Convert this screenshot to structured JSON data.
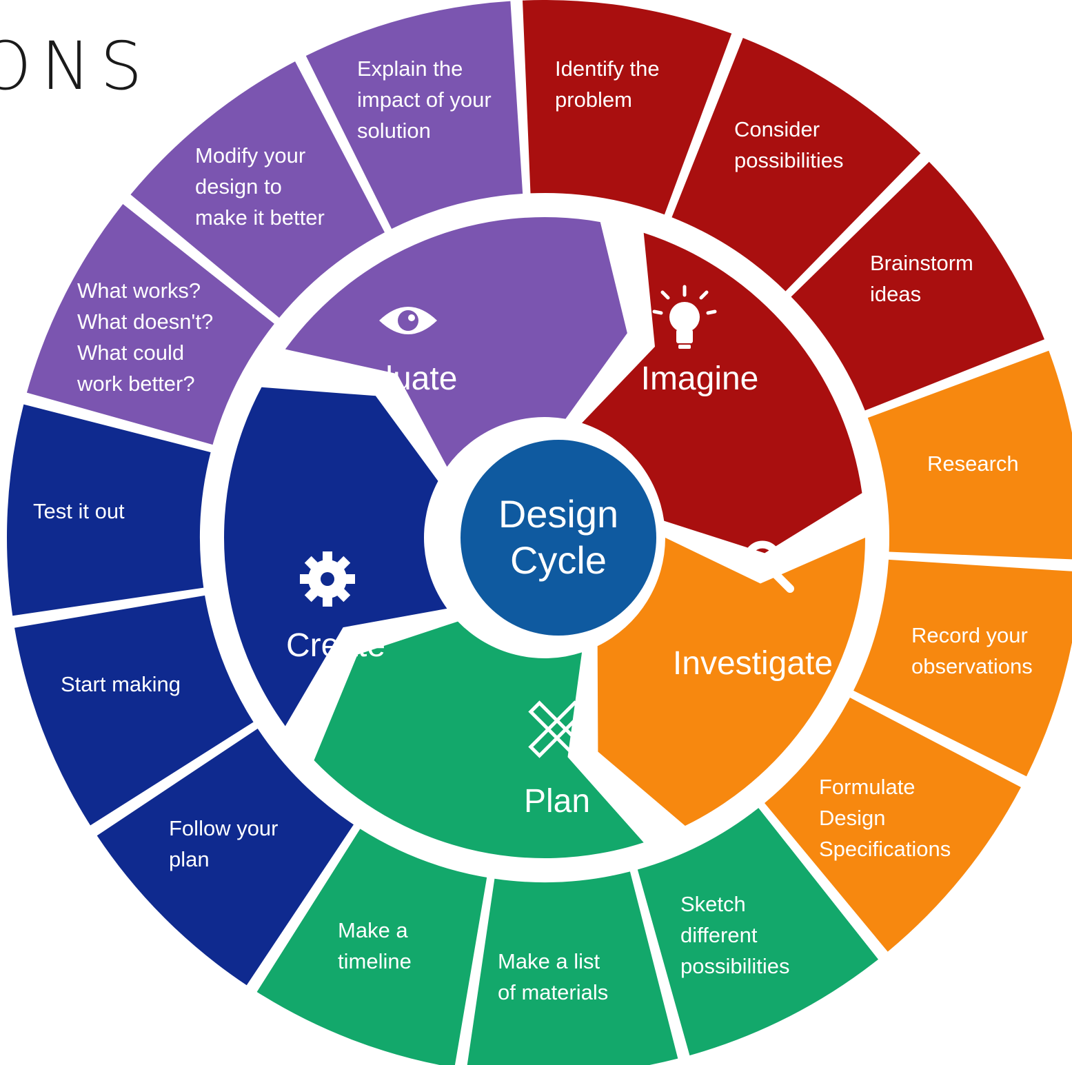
{
  "title_fragment": "ONS",
  "colors": {
    "imagine": "#a90f0f",
    "investigate": "#f7880f",
    "plan": "#13a86b",
    "create": "#0f2a8f",
    "evaluate": "#7b55b0",
    "center": "#0f5aa0",
    "text": "#ffffff"
  },
  "center": {
    "line1": "Design",
    "line2": "Cycle"
  },
  "stages": [
    {
      "key": "imagine",
      "label": "Imagine",
      "icon": "lightbulb-icon"
    },
    {
      "key": "investigate",
      "label": "Investigate",
      "icon": "magnifier-icon"
    },
    {
      "key": "plan",
      "label": "Plan",
      "icon": "pencil-ruler-icon"
    },
    {
      "key": "create",
      "label": "Create",
      "icon": "gear-icon"
    },
    {
      "key": "evaluate",
      "label": "Evaluate",
      "icon": "eye-icon"
    }
  ],
  "steps": [
    {
      "stage": "imagine",
      "lines": [
        "Identify the",
        "problem"
      ]
    },
    {
      "stage": "imagine",
      "lines": [
        "Consider",
        "possibilities"
      ]
    },
    {
      "stage": "imagine",
      "lines": [
        "Brainstorm",
        "ideas"
      ]
    },
    {
      "stage": "investigate",
      "lines": [
        "Research"
      ]
    },
    {
      "stage": "investigate",
      "lines": [
        "Record your",
        "observations"
      ]
    },
    {
      "stage": "investigate",
      "lines": [
        "Formulate",
        "Design",
        "Specifications"
      ]
    },
    {
      "stage": "plan",
      "lines": [
        "Sketch",
        "different",
        "possibilities"
      ]
    },
    {
      "stage": "plan",
      "lines": [
        "Make a list",
        "of materials"
      ]
    },
    {
      "stage": "plan",
      "lines": [
        "Make a",
        "timeline"
      ]
    },
    {
      "stage": "create",
      "lines": [
        "Follow your",
        "plan"
      ]
    },
    {
      "stage": "create",
      "lines": [
        "Start making"
      ]
    },
    {
      "stage": "create",
      "lines": [
        "Test it out"
      ]
    },
    {
      "stage": "evaluate",
      "lines": [
        "What works?",
        "What doesn't?",
        "What could",
        "work better?"
      ]
    },
    {
      "stage": "evaluate",
      "lines": [
        "Modify your",
        "design to",
        "make it better"
      ]
    },
    {
      "stage": "evaluate",
      "lines": [
        "Explain the",
        "impact of your",
        "solution"
      ]
    }
  ]
}
